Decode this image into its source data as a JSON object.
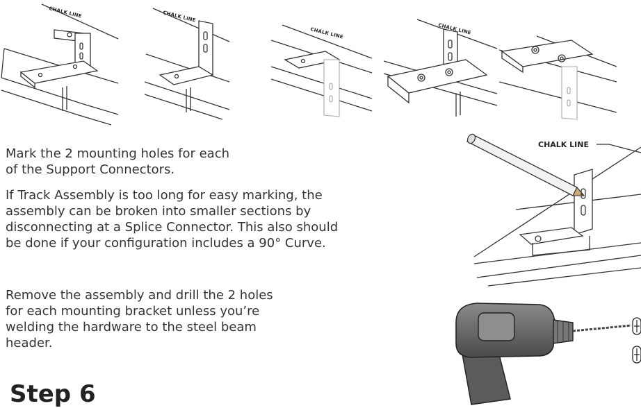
{
  "diagrams": {
    "chalk_line_label": "CHALK LINE",
    "count": 5
  },
  "instructions": {
    "para1": "Mark the 2 mounting holes for each of the Support Connectors.",
    "para2": "If Track Assembly is too long for easy marking, the assembly can be broken into smaller sections by disconnecting at a Splice Connector. This also should be done if your configuration includes a 90° Curve.",
    "para3": "Remove the assembly and drill the 2 holes for each mounting bracket unless you’re welding the hardware to the steel beam header."
  },
  "callout": {
    "chalk_line_label": "CHALK LINE"
  },
  "next_step": {
    "title": "Step 6"
  }
}
